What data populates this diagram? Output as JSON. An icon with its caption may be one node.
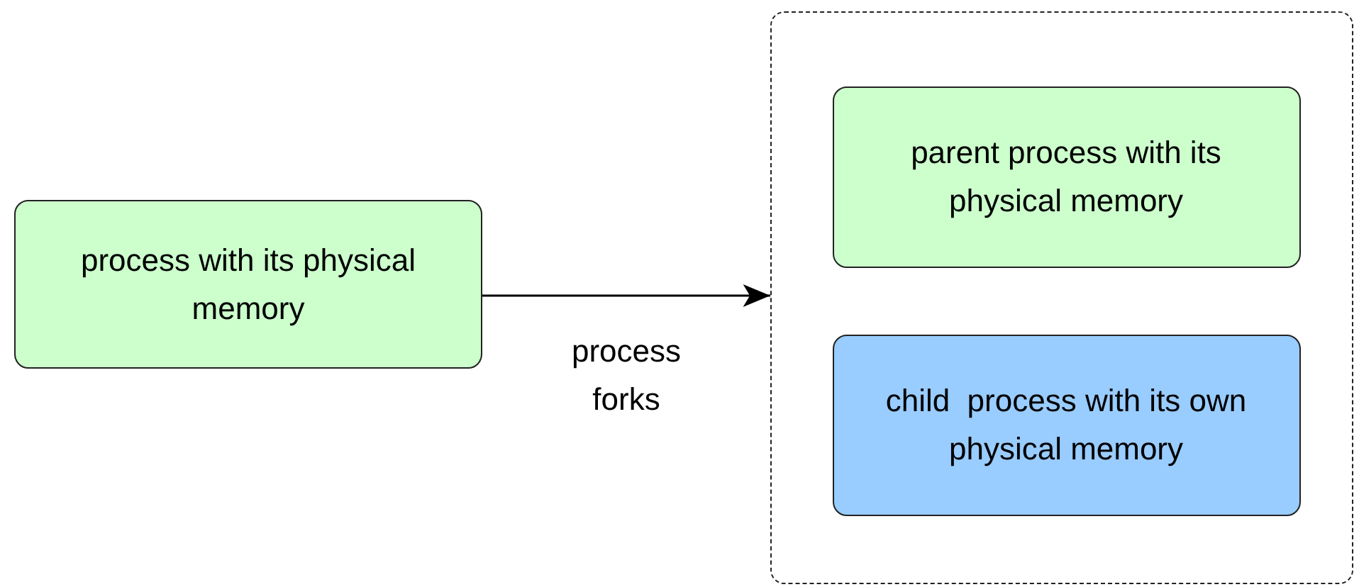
{
  "diagram": {
    "nodes": [
      {
        "text": [
          "process with its physical memory"
        ]
      },
      {
        "text": [],
        "shape": "box"
      },
      {
        "text": [
          "parent process with its physical memory"
        ],
        "in": 1
      },
      {
        "text": [
          "child  process with its own physical memory"
        ],
        "in": 1
      }
    ],
    "edges": [
      {
        "from": 0,
        "to": 1,
        "arrow": "to",
        "label": "process forks"
      }
    ]
  }
}
